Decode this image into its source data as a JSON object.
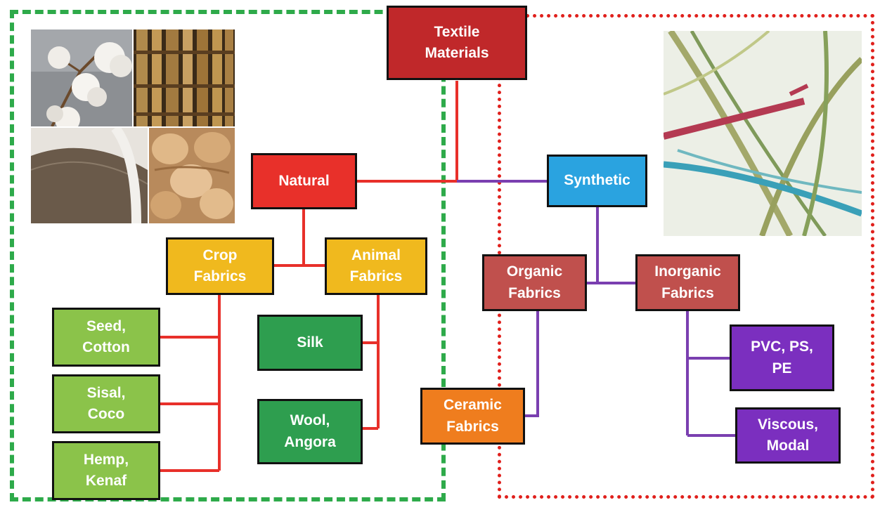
{
  "colors": {
    "natural_frame": "#2eaa4a",
    "synthetic_frame": "#e0201c",
    "natural_connector": "#e8302a",
    "synthetic_connector": "#7a3fb0",
    "root": "#c0282a",
    "natural": "#e8302a",
    "synthetic": "#2aa3e0",
    "crop_animal": "#f0b91e",
    "crop_leaf": "#8bc34a",
    "animal_leaf": "#2e9e4f",
    "organic_inorganic": "#c0504d",
    "ceramic": "#ef7d1e",
    "inorganic_leaf": "#7b2fbf"
  },
  "diagram": {
    "root": "Textile\nMaterials",
    "natural": "Natural",
    "synthetic": "Synthetic",
    "crop": "Crop\nFabrics",
    "animal": "Animal\nFabrics",
    "seed_cotton": "Seed,\nCotton",
    "sisal_coco": "Sisal,\nCoco",
    "hemp_kenaf": "Hemp,\nKenaf",
    "silk": "Silk",
    "wool_angora": "Wool,\nAngora",
    "organic": "Organic\nFabrics",
    "inorganic": "Inorganic\nFabrics",
    "ceramic": "Ceramic\nFabrics",
    "pvc_ps_pe": "PVC, PS,\nPE",
    "viscous_modal": "Viscous,\nModal"
  },
  "images": {
    "natural_collage": [
      "cotton-photo",
      "bamboo-photo",
      "fiber-board-photo",
      "hemp-fiber-photo"
    ],
    "synthetic_photo": "microscope-fibers-photo"
  }
}
